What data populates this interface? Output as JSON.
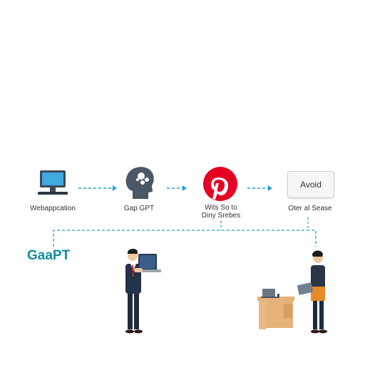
{
  "nodes": [
    {
      "icon": "monitor-icon",
      "label": "Webappcation"
    },
    {
      "icon": "brain-head-icon",
      "label": "Gap GPT"
    },
    {
      "icon": "pinterest-icon",
      "label_line1": "Wits So to",
      "label_line2": "Diny Srebes"
    },
    {
      "icon": "button-icon",
      "button_text": "Avoid",
      "label": "Oter al Sease"
    }
  ],
  "brand": {
    "text": "GaaPT"
  },
  "colors": {
    "flow_line": "#1fa5c9",
    "pinterest": "#e60023",
    "brand": "#0f8e9b",
    "desk": "#e5b27a"
  }
}
